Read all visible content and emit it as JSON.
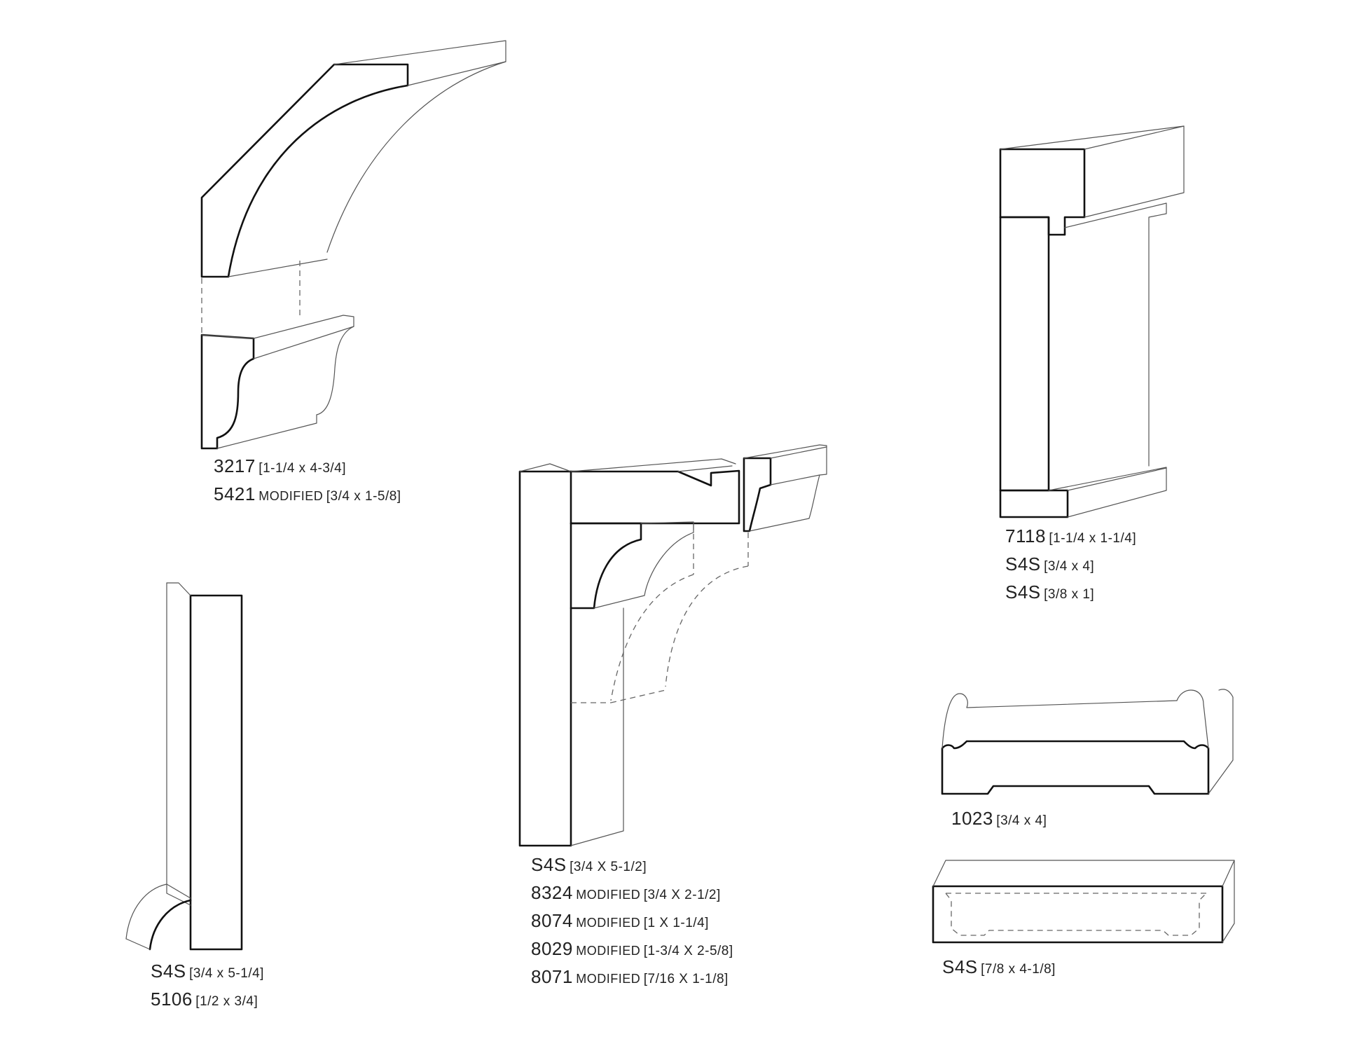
{
  "drawings": [
    {
      "id": "crown-assembly",
      "parts": [
        {
          "code": "3217",
          "modifier": "",
          "dim": "[1-1/4 x 4-3/4]"
        },
        {
          "code": "5421",
          "modifier": "MODIFIED",
          "dim": "[3/4 x 1-5/8]"
        }
      ]
    },
    {
      "id": "base-assembly",
      "parts": [
        {
          "code": "S4S",
          "modifier": "",
          "dim": "[3/4 x 5-1/4]"
        },
        {
          "code": "5106",
          "modifier": "",
          "dim": "[1/2 x 3/4]"
        }
      ]
    },
    {
      "id": "corner-assembly",
      "parts": [
        {
          "code": "S4S",
          "modifier": "",
          "dim": "[3/4 X 5-1/2]"
        },
        {
          "code": "8324",
          "modifier": "MODIFIED",
          "dim": "[3/4 X 2-1/2]"
        },
        {
          "code": "8074",
          "modifier": "MODIFIED",
          "dim": "[1 X 1-1/4]"
        },
        {
          "code": "8029",
          "modifier": "MODIFIED",
          "dim": "[1-3/4 X 2-5/8]"
        },
        {
          "code": "8071",
          "modifier": "MODIFIED",
          "dim": "[7/16 X 1-1/8]"
        }
      ]
    },
    {
      "id": "casing-assembly",
      "parts": [
        {
          "code": "7118",
          "modifier": "",
          "dim": "[1-1/4 x 1-1/4]"
        },
        {
          "code": "S4S",
          "modifier": "",
          "dim": "[3/4 x 4]"
        },
        {
          "code": "S4S",
          "modifier": "",
          "dim": "[3/8 x 1]"
        }
      ]
    },
    {
      "id": "sill-profile",
      "parts": [
        {
          "code": "1023",
          "modifier": "",
          "dim": "[3/4 x 4]"
        }
      ]
    },
    {
      "id": "flat-stock-profile",
      "parts": [
        {
          "code": "S4S",
          "modifier": "",
          "dim": "[7/8 x 4-1/8]"
        }
      ]
    }
  ]
}
